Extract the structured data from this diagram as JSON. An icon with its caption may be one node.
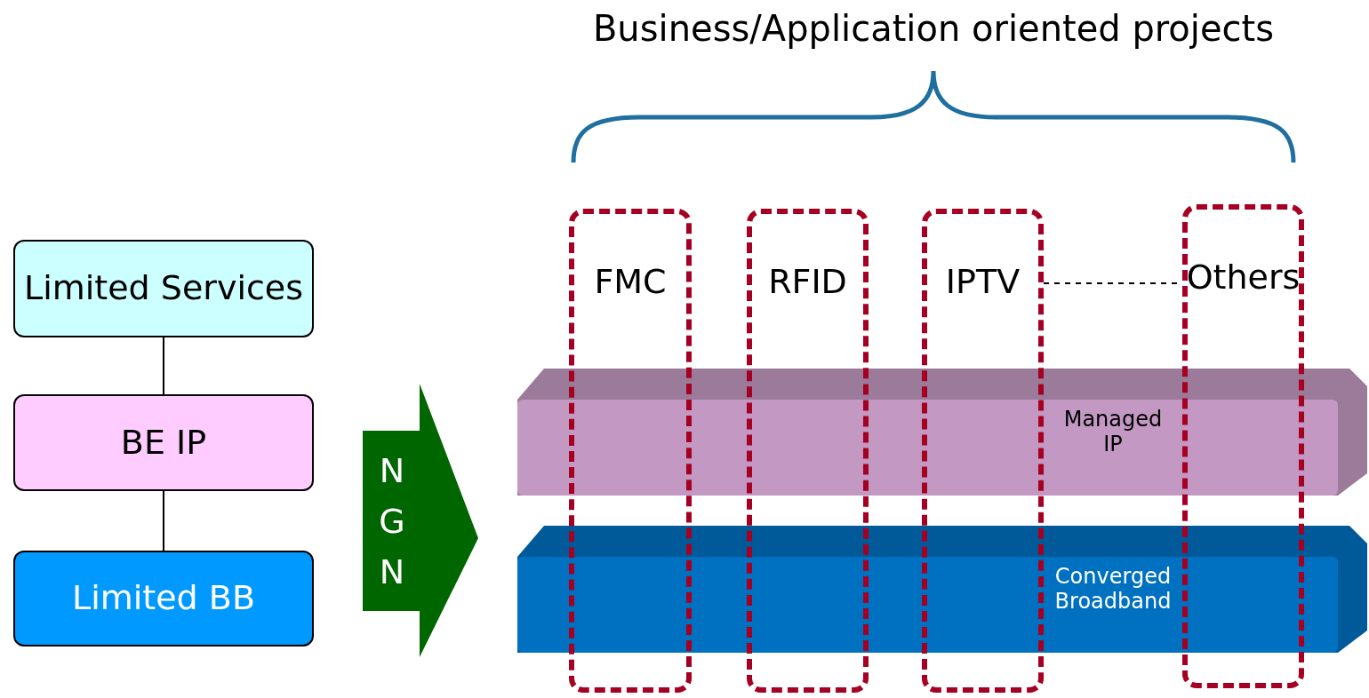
{
  "diagram": {
    "title": "Business/Application oriented projects",
    "nodes": [
      {
        "text": [
          "Limited Services"
        ]
      },
      {
        "text": [
          "BE IP"
        ]
      },
      {
        "text": [
          "Limited BB"
        ]
      },
      {
        "text": [
          "NGN"
        ]
      },
      {
        "text": [
          "Managed IP"
        ]
      },
      {
        "text": [
          "Converged Broadband"
        ]
      },
      {
        "text": [
          "FMC"
        ]
      },
      {
        "text": [
          "RFID"
        ]
      },
      {
        "text": [
          "IPTV"
        ]
      },
      {
        "text": [
          "Others"
        ]
      }
    ],
    "edges": [
      {
        "from": 0,
        "to": 1,
        "arrow": "none"
      },
      {
        "from": 1,
        "to": 2,
        "arrow": "none"
      },
      {
        "from": 8,
        "to": 9,
        "arrow": "none",
        "style": "dashed"
      }
    ]
  }
}
